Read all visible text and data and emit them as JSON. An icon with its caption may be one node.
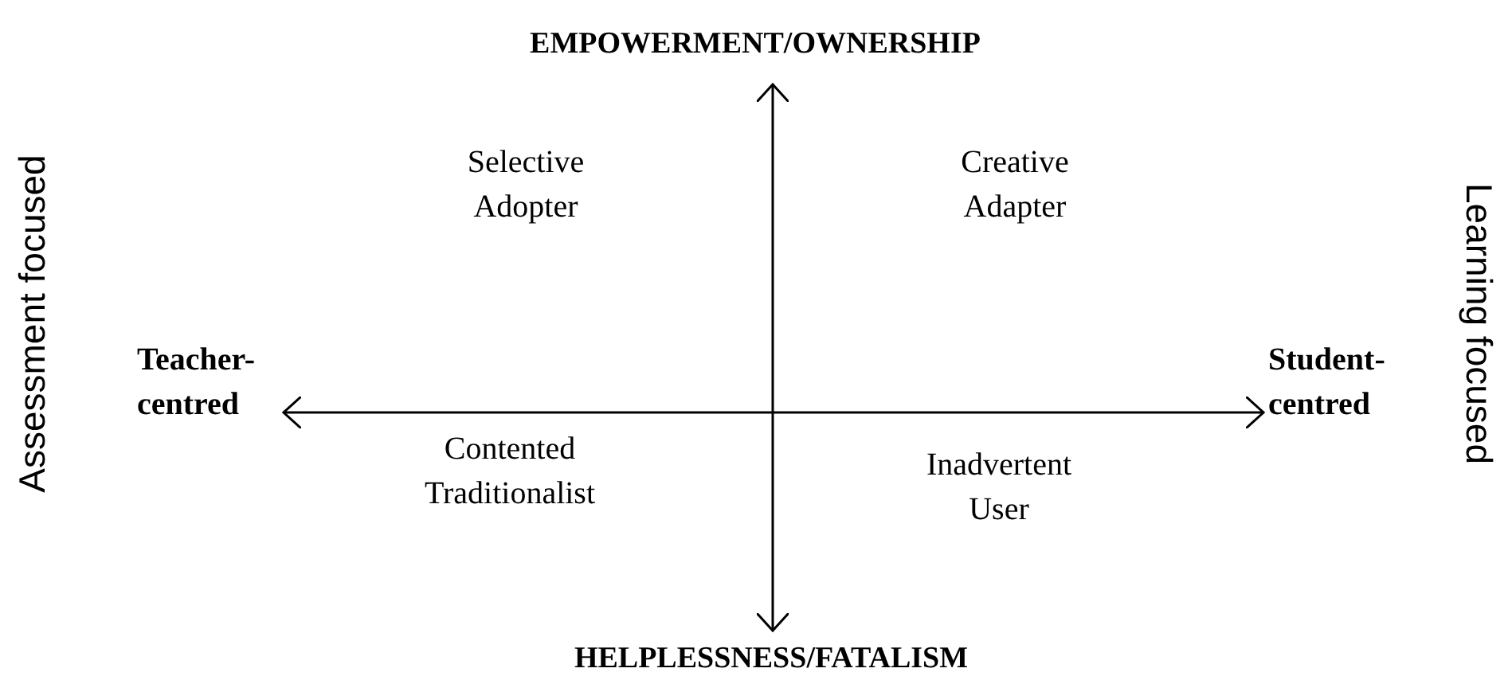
{
  "diagram": {
    "labels": [
      "EMPOWERMENT/OWNERSHIP",
      "Assessment focused",
      "Selective Adopter",
      "Creative Adapter",
      "Learning focused",
      "Teacher-centred",
      "Student-centred",
      "Contented Traditionalist",
      "Inadvertent User",
      "HELPLESSNESS/FATALISM"
    ]
  }
}
